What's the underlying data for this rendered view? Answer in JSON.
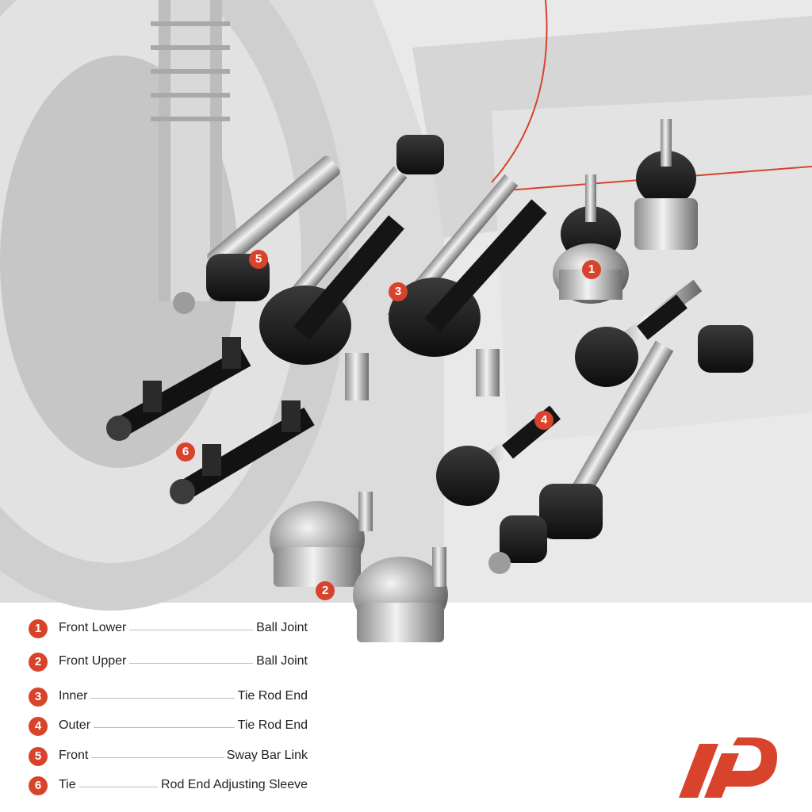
{
  "colors": {
    "accent": "#d8432c",
    "text": "#222222",
    "leader": "#bdbdbd"
  },
  "callouts": [
    "1",
    "2",
    "3",
    "4",
    "5",
    "6"
  ],
  "legend": [
    {
      "num": "1",
      "left": "Front Lower",
      "right": "Ball Joint"
    },
    {
      "num": "2",
      "left": "Front Upper",
      "right": "Ball Joint"
    },
    {
      "num": "3",
      "left": "Inner",
      "right": "Tie Rod End"
    },
    {
      "num": "4",
      "left": "Outer",
      "right": "Tie Rod End"
    },
    {
      "num": "5",
      "left": "Front",
      "right": "Sway Bar Link"
    },
    {
      "num": "6",
      "left": "Tie",
      "right": "Rod End Adjusting Sleeve"
    }
  ],
  "logo_icon": "a-premium-logo-icon"
}
